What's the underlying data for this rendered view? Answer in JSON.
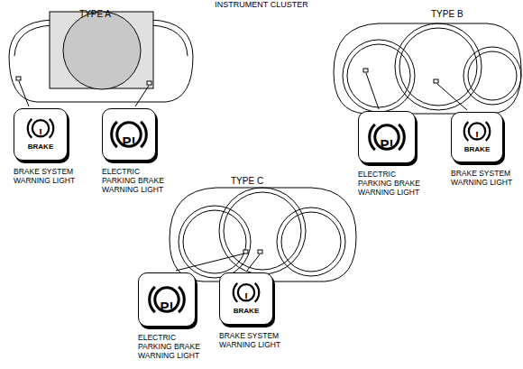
{
  "diagram": {
    "title": "INSTRUMENT CLUSTER",
    "nodes": [
      {
        "text": [
          "!",
          "BRAKE",
          "BRAKE SYSTEM WARNING LIGHT"
        ]
      },
      {
        "text": [
          "P!",
          "ELECTRIC PARKING BRAKE WARNING LIGHT"
        ]
      },
      {
        "text": [
          "P!",
          "ELECTRIC PARKING BRAKE WARNING LIGHT"
        ]
      },
      {
        "text": [
          "!",
          "BRAKE",
          "BRAKE SYSTEM WARNING LIGHT"
        ]
      },
      {
        "text": [
          "P!",
          "ELECTRIC PARKING BRAKE WARNING LIGHT"
        ]
      },
      {
        "text": [
          "!",
          "BRAKE",
          "BRAKE SYSTEM WARNING LIGHT"
        ]
      }
    ],
    "labels": [
      "TYPE A",
      "TYPE B",
      "TYPE C"
    ]
  }
}
